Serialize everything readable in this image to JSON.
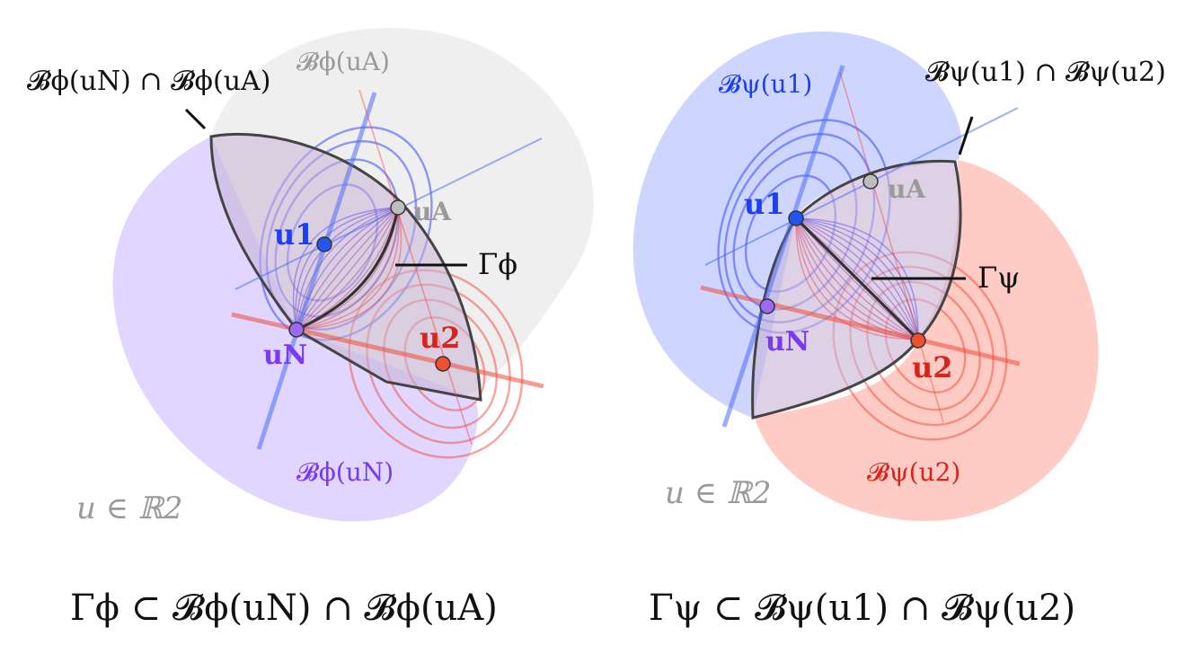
{
  "colors": {
    "blue": "#1d3ff0",
    "red": "#d8241c",
    "purple": "#7a3af0",
    "grey": "#9a9a9a",
    "black": "#111111",
    "blue_fill": "#c9d2ff",
    "red_fill": "#ffc7bf",
    "purple_fill": "#ddd2ff",
    "grey_fill": "#ececec",
    "region_fill": "#c8b2d6"
  },
  "left": {
    "intersection_label": "𝓑ϕ(uN) ∩ 𝓑ϕ(uA)",
    "ball_A_label": "𝓑ϕ(uA)",
    "ball_N_label": "𝓑ϕ(uN)",
    "u1": "u1",
    "u2": "u2",
    "uN": "uN",
    "uA": "uA",
    "gamma": "Γϕ",
    "domain": "u ∈ ℝ2",
    "caption": "Γϕ ⊂ 𝓑ϕ(uN) ∩ 𝓑ϕ(uA)"
  },
  "right": {
    "intersection_label": "𝓑ψ(u1) ∩ 𝓑ψ(u2)",
    "ball_1_label": "𝓑ψ(u1)",
    "ball_2_label": "𝓑ψ(u2)",
    "u1": "u1",
    "u2": "u2",
    "uN": "uN",
    "uA": "uA",
    "gamma": "Γψ",
    "domain": "u ∈ ℝ2",
    "caption": "Γψ ⊂ 𝓑ψ(u1) ∩ 𝓑ψ(u2)"
  }
}
